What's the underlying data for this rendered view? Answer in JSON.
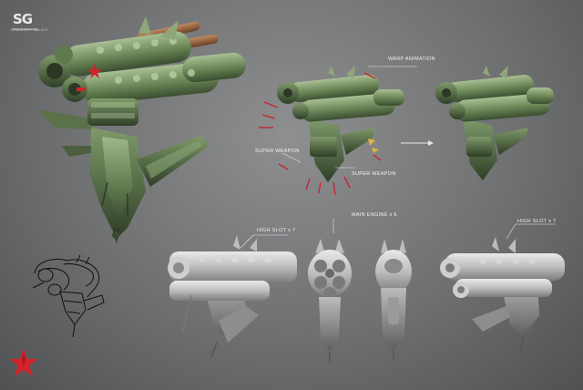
{
  "logo": {
    "mark": "SG",
    "subtitle": "SPACESHIP GALAXY"
  },
  "labels": {
    "warp_animation": "WARP ANIMATION",
    "super_weapon_1": "SUPER WEAPON",
    "super_weapon_2": "SUPER WEAPON",
    "high_slot_left": "HIGH SLOT x 7",
    "main_engine": "MAIN ENGINE x 6",
    "high_slot_right": "HIGH SLOT x 7"
  },
  "colors": {
    "hull_green": "#6f8a5a",
    "accent_red": "#d2222a",
    "grey_model": "#b9b9b9",
    "background": "#6f7072"
  },
  "icons": {
    "brand_star": "red-star-icon",
    "arrow": "right-arrow-icon"
  }
}
